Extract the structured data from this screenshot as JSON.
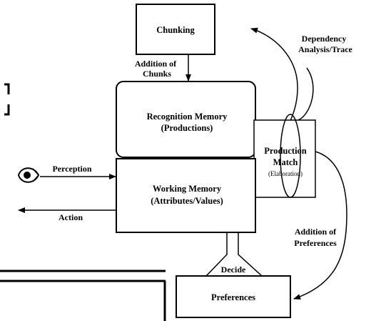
{
  "boxes": {
    "chunking": "Chunking",
    "recognition_title": "Recognition Memory",
    "recognition_sub": "(Productions)",
    "working_title": "Working Memory",
    "working_sub": "(Attributes/Values)",
    "production_match_line1": "Production",
    "production_match_line2": "Match",
    "production_match_sub": "(Elaboration)",
    "preferences": "Preferences"
  },
  "labels": {
    "addition_of_chunks_line1": "Addition of",
    "addition_of_chunks_line2": "Chunks",
    "dependency_line1": "Dependency",
    "dependency_line2": "Analysis/Trace",
    "perception": "Perception",
    "action": "Action",
    "addition_of_prefs_line1": "Addition of",
    "addition_of_prefs_line2": "Preferences",
    "decide": "Decide"
  }
}
